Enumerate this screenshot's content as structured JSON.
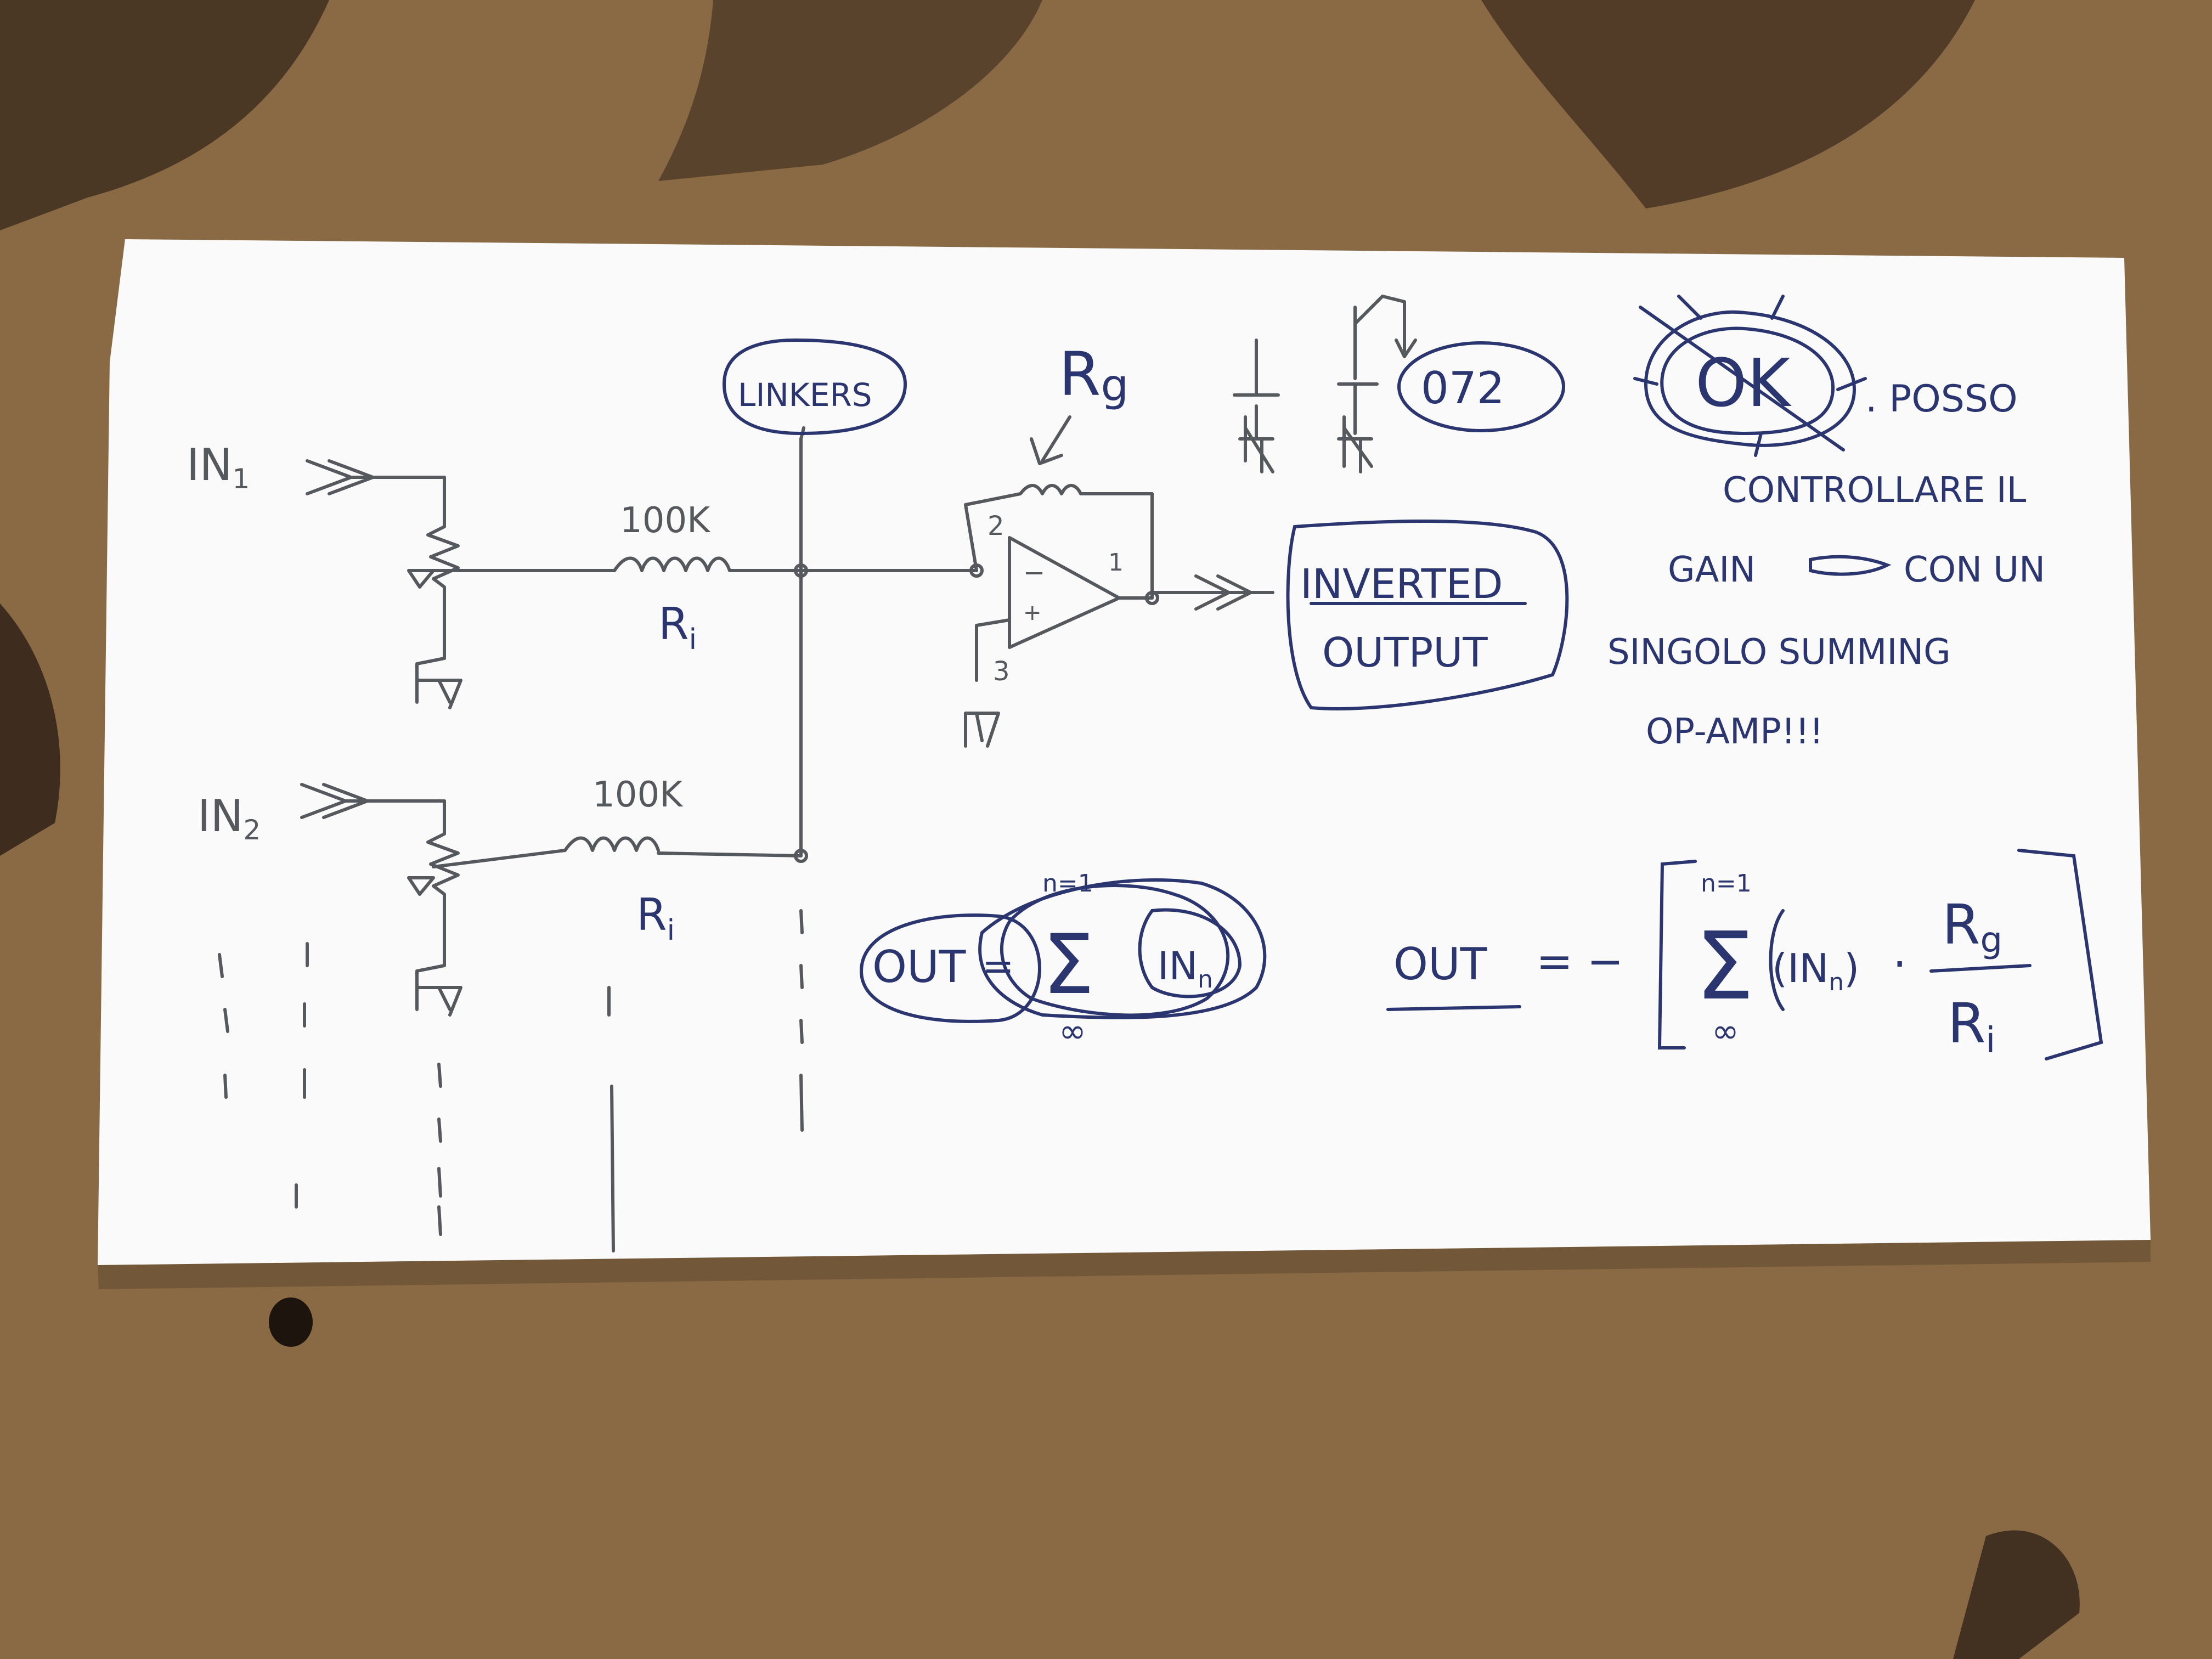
{
  "colors": {
    "ink": "#2b3570",
    "pencil": "#55585c",
    "paper": "#fafafa",
    "desk": "#8a6a45",
    "desk_dark": "#3a2a1c"
  },
  "labels": {
    "in1": "IN",
    "in1_sub": "1",
    "in2": "IN",
    "in2_sub": "2",
    "r1_value": "100K",
    "r2_value": "100K",
    "ri1": "R",
    "ri1_sub": "i",
    "ri2": "R",
    "ri2_sub": "i",
    "rg": "R",
    "rg_sub": "g",
    "tag_top": "LINKERS",
    "pin2": "2",
    "pin3": "3",
    "pin1": "1",
    "minus": "−",
    "plus": "+",
    "chip": "072",
    "out_box_line1": "INVERTED",
    "out_box_line2": "OUTPUT",
    "ok": "OK",
    "note_line1": ". POSSO",
    "note_line2": "CONTROLLARE IL",
    "note_line3": "GAIN",
    "note_line3b": "CON UN",
    "note_line4": "SINGOLO SUMMING",
    "note_line5": "OP-AMP!!!",
    "sketch_out": "OUT",
    "sketch_eq": "=",
    "sketch_sigma": "Σ",
    "sketch_top": "n=1",
    "sketch_in": "IN",
    "sketch_in_sub": "n",
    "sketch_bottom": "∞",
    "formula_out": "OUT",
    "formula_eq": "= −",
    "formula_top": "n=1",
    "formula_sigma": "Σ",
    "formula_bottom": "∞",
    "formula_in": "(IN",
    "formula_in_sub": "n",
    "formula_in_close": ")",
    "formula_dot": "·",
    "formula_num": "R",
    "formula_num_sub": "g",
    "formula_den": "R",
    "formula_den_sub": "i"
  }
}
